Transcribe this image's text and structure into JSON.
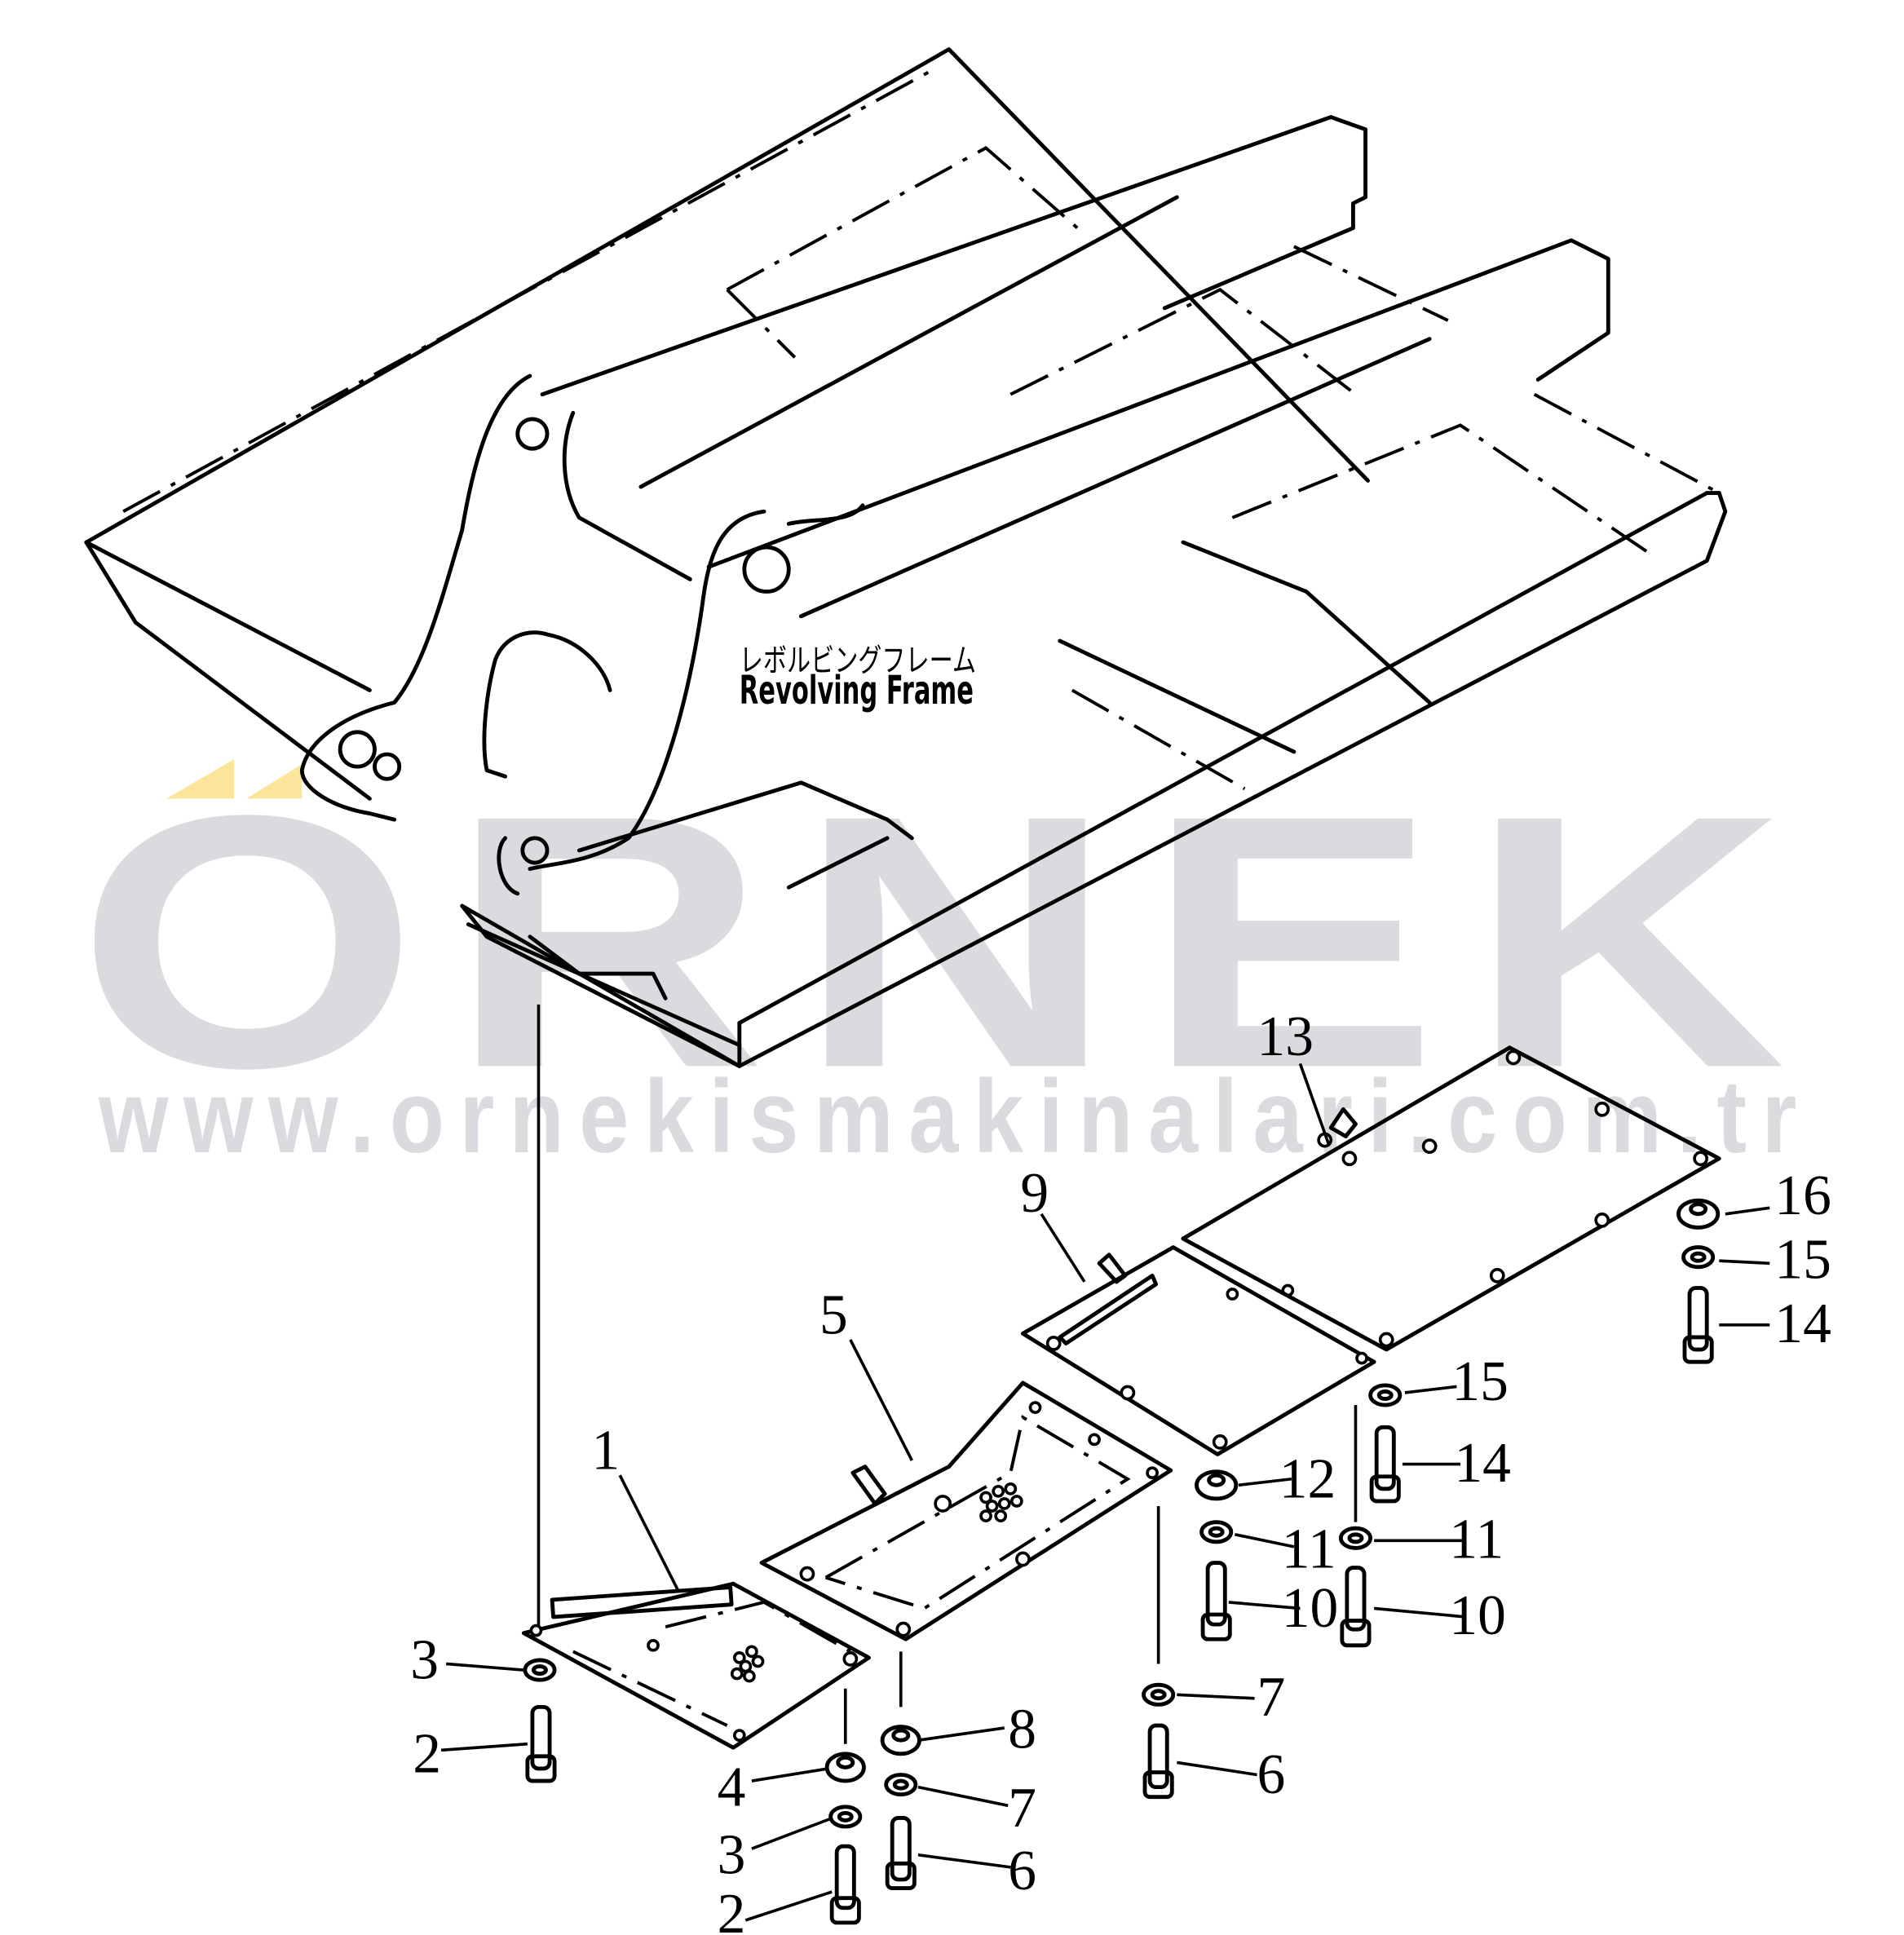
{
  "diagram": {
    "title_jp": "レボルビングフレーム",
    "title_en": "Revolving Frame",
    "watermark": {
      "brand": "ORNEK",
      "url": "www.ornekismakinalari.com.tr",
      "brand_color": "#dcdadf",
      "accent_color": "#fce49a"
    },
    "callouts": [
      {
        "id": "c1",
        "label": "1"
      },
      {
        "id": "c2a",
        "label": "2"
      },
      {
        "id": "c2b",
        "label": "2"
      },
      {
        "id": "c3a",
        "label": "3"
      },
      {
        "id": "c3b",
        "label": "3"
      },
      {
        "id": "c4",
        "label": "4"
      },
      {
        "id": "c5",
        "label": "5"
      },
      {
        "id": "c6a",
        "label": "6"
      },
      {
        "id": "c6b",
        "label": "6"
      },
      {
        "id": "c7a",
        "label": "7"
      },
      {
        "id": "c7b",
        "label": "7"
      },
      {
        "id": "c8",
        "label": "8"
      },
      {
        "id": "c9",
        "label": "9"
      },
      {
        "id": "c10a",
        "label": "10"
      },
      {
        "id": "c10b",
        "label": "10"
      },
      {
        "id": "c11a",
        "label": "11"
      },
      {
        "id": "c11b",
        "label": "11"
      },
      {
        "id": "c12",
        "label": "12"
      },
      {
        "id": "c13",
        "label": "13"
      },
      {
        "id": "c14a",
        "label": "14"
      },
      {
        "id": "c14b",
        "label": "14"
      },
      {
        "id": "c15a",
        "label": "15"
      },
      {
        "id": "c15b",
        "label": "15"
      },
      {
        "id": "c16",
        "label": "16"
      }
    ],
    "parts": {
      "1": "cover plate",
      "2": "bolt",
      "3": "washer",
      "4": "nut",
      "5": "cover plate",
      "6": "bolt",
      "7": "washer",
      "8": "nut",
      "9": "cover plate",
      "10": "bolt",
      "11": "washer",
      "12": "nut",
      "13": "cover plate",
      "14": "bolt",
      "15": "washer",
      "16": "nut"
    }
  }
}
